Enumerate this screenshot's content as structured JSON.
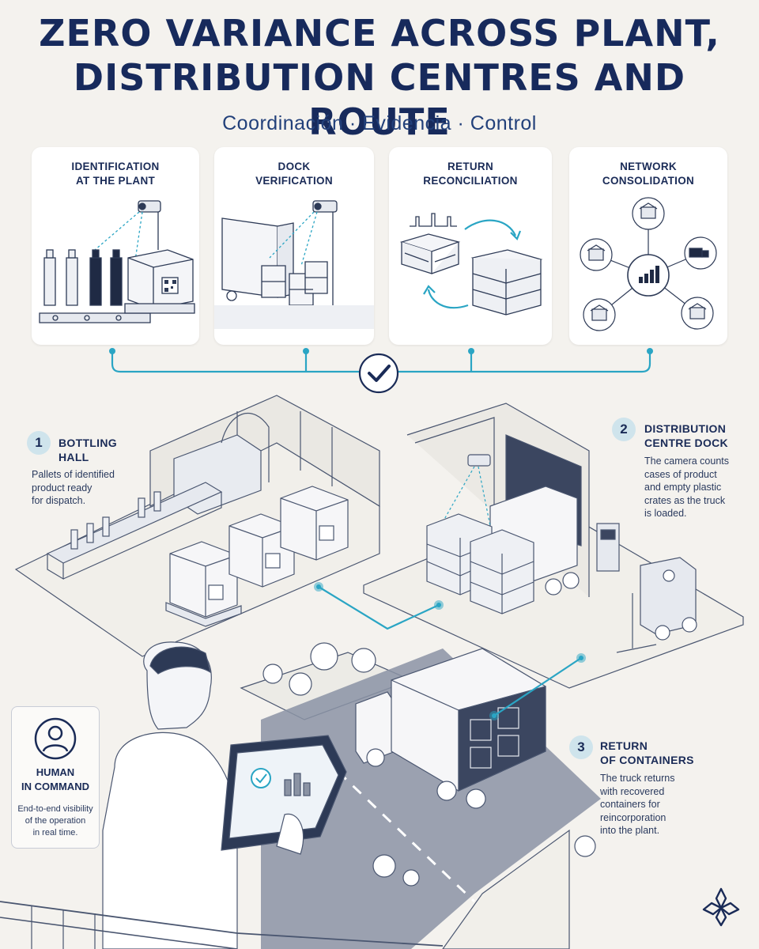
{
  "header": {
    "title_line1": "ZERO VARIANCE ACROSS PLANT,",
    "title_line2": "DISTRIBUTION CENTRES AND ROUTE",
    "subtitle": "Coordinación · Evidencia · Control"
  },
  "cards": [
    {
      "line1": "IDENTIFICATION",
      "line2": "AT THE PLANT"
    },
    {
      "line1": "DOCK",
      "line2": "VERIFICATION"
    },
    {
      "line1": "RETURN",
      "line2": "RECONCILIATION"
    },
    {
      "line1": "NETWORK",
      "line2": "CONSOLIDATION"
    }
  ],
  "sections": [
    {
      "number": "1",
      "title1": "BOTTLING",
      "title2": "HALL",
      "desc": [
        "Pallets of identified",
        "product ready",
        "for dispatch."
      ]
    },
    {
      "number": "2",
      "title1": "DISTRIBUTION",
      "title2": "CENTRE DOCK",
      "desc": [
        "The camera counts",
        "cases of product",
        "and empty plastic",
        "crates as the truck",
        "is loaded."
      ]
    },
    {
      "number": "3",
      "title1": "RETURN",
      "title2": "OF CONTAINERS",
      "desc": [
        "The truck returns",
        "with recovered",
        "containers for",
        "reincorporation",
        "into the plant."
      ]
    }
  ],
  "human": {
    "title1": "HUMAN",
    "title2": "IN COMMAND",
    "desc": [
      "End-to-end visibility",
      "of the operation",
      "in real time."
    ]
  },
  "colors": {
    "navy": "#172a5c",
    "accent": "#2aa5c4",
    "line": "#6b7487",
    "card_bg": "#ffffff",
    "page_bg": "#f4f2ee"
  }
}
